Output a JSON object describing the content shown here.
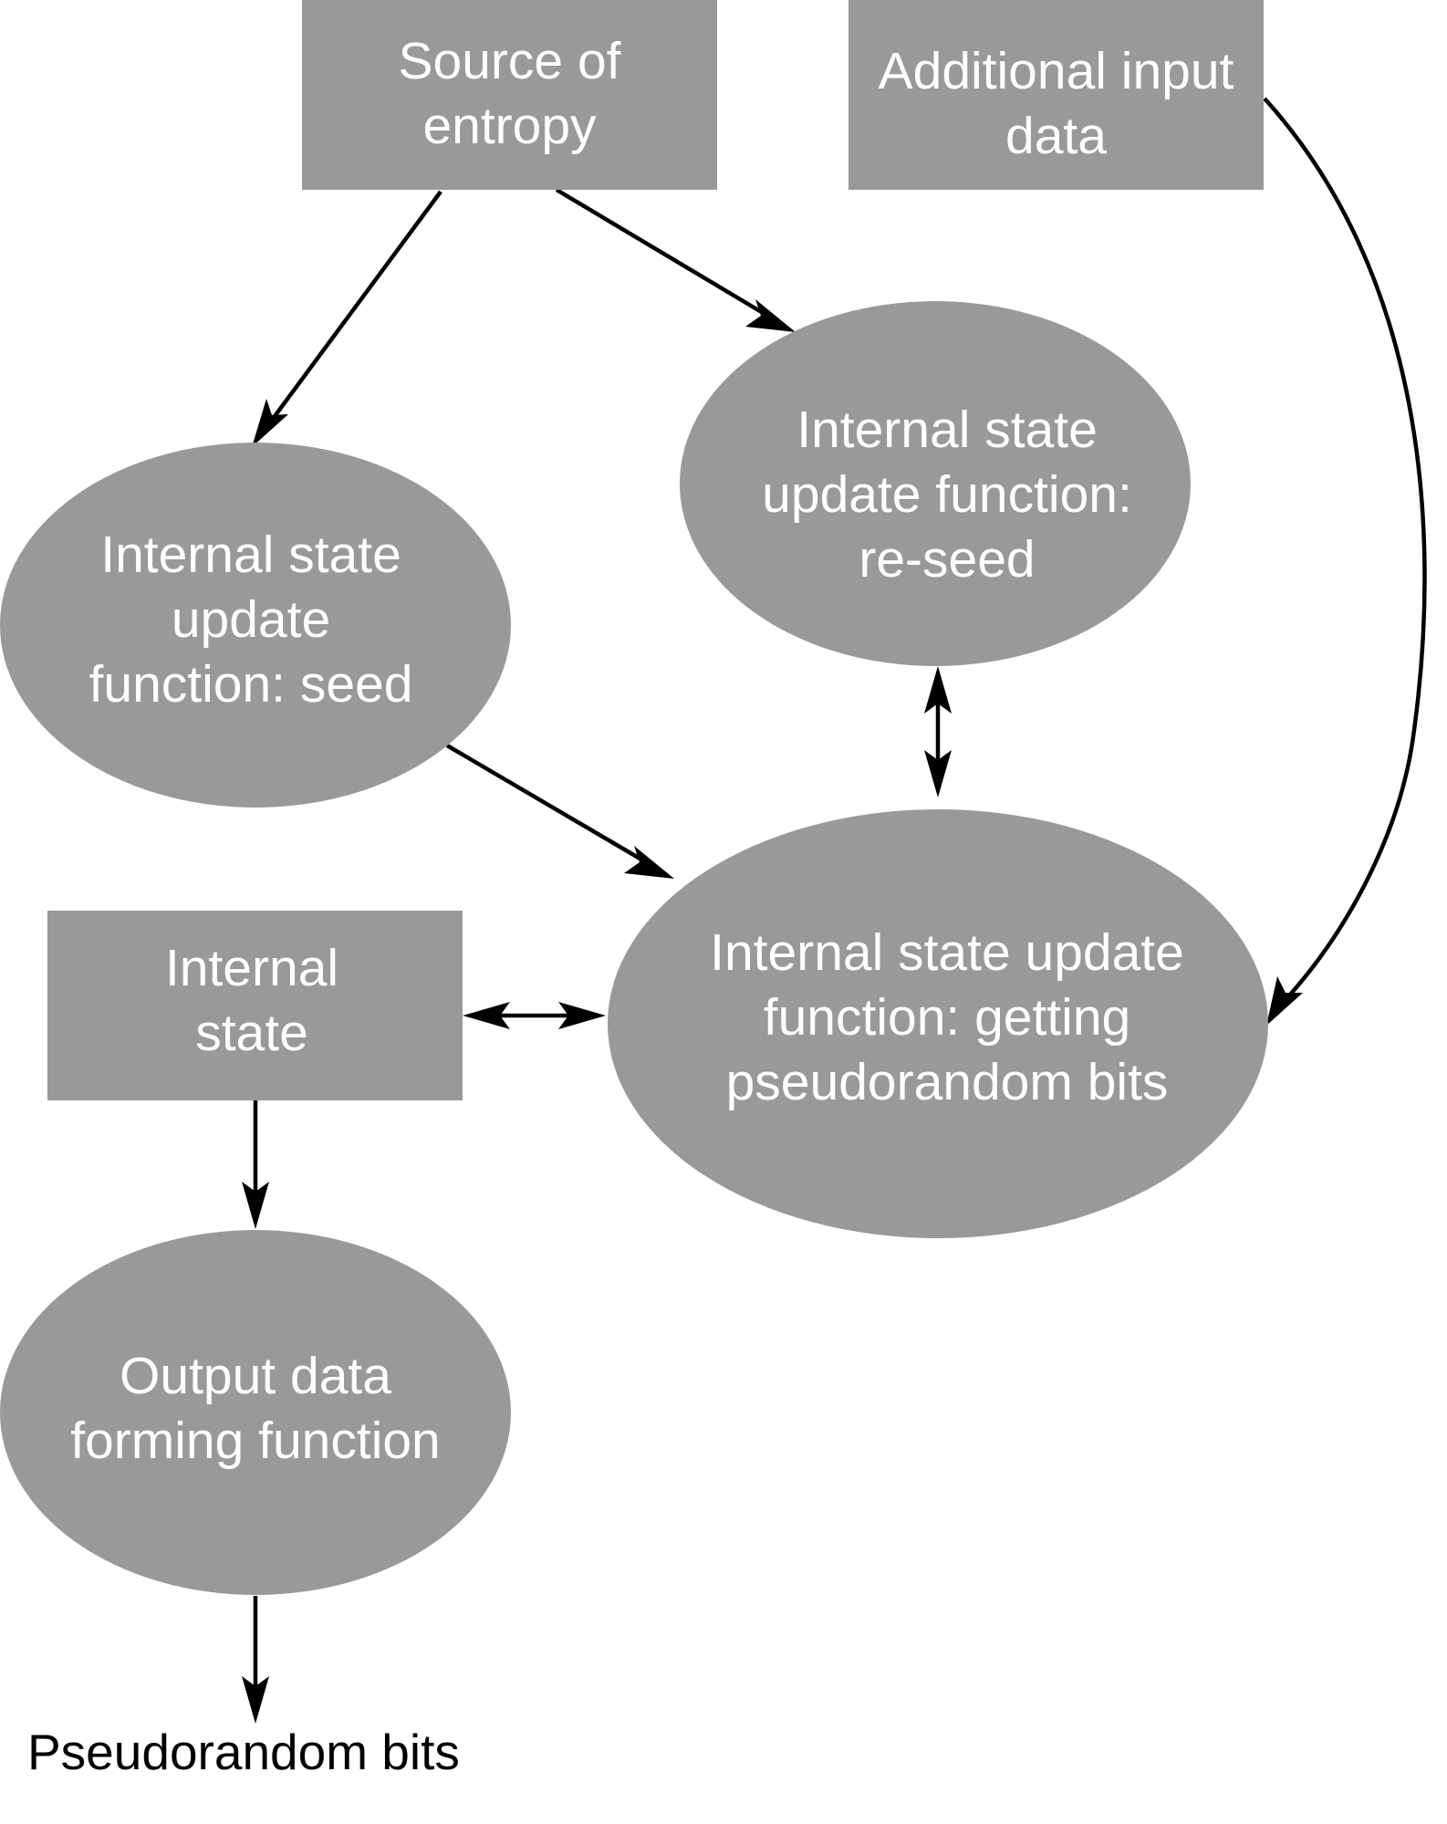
{
  "colors": {
    "node_fill": "#999999",
    "node_text": "#ffffff",
    "edge": "#000000",
    "background": "#ffffff"
  },
  "nodes": {
    "source_of_entropy": {
      "shape": "rectangle",
      "lines": [
        "Source of",
        "entropy"
      ]
    },
    "additional_input": {
      "shape": "rectangle",
      "lines": [
        "Additional input",
        "data"
      ]
    },
    "reseed": {
      "shape": "ellipse",
      "lines": [
        "Internal state",
        "update function:",
        "re-seed"
      ]
    },
    "seed": {
      "shape": "ellipse",
      "lines": [
        "Internal state",
        "update",
        "function: seed"
      ]
    },
    "getting_bits": {
      "shape": "ellipse",
      "lines": [
        "Internal state update",
        "function: getting",
        "pseudorandom bits"
      ]
    },
    "internal_state": {
      "shape": "rectangle",
      "lines": [
        "Internal",
        "state"
      ]
    },
    "output_forming": {
      "shape": "ellipse",
      "lines": [
        "Output data",
        "forming function"
      ]
    }
  },
  "output_label": "Pseudorandom bits",
  "edges": [
    {
      "from": "source_of_entropy",
      "to": "seed",
      "direction": "forward"
    },
    {
      "from": "source_of_entropy",
      "to": "reseed",
      "direction": "forward"
    },
    {
      "from": "additional_input",
      "to": "getting_bits",
      "direction": "forward"
    },
    {
      "from": "reseed",
      "to": "getting_bits",
      "direction": "both"
    },
    {
      "from": "seed",
      "to": "getting_bits",
      "direction": "forward"
    },
    {
      "from": "internal_state",
      "to": "getting_bits",
      "direction": "both"
    },
    {
      "from": "internal_state",
      "to": "output_forming",
      "direction": "forward"
    },
    {
      "from": "output_forming",
      "to": "output_label",
      "direction": "forward"
    }
  ]
}
